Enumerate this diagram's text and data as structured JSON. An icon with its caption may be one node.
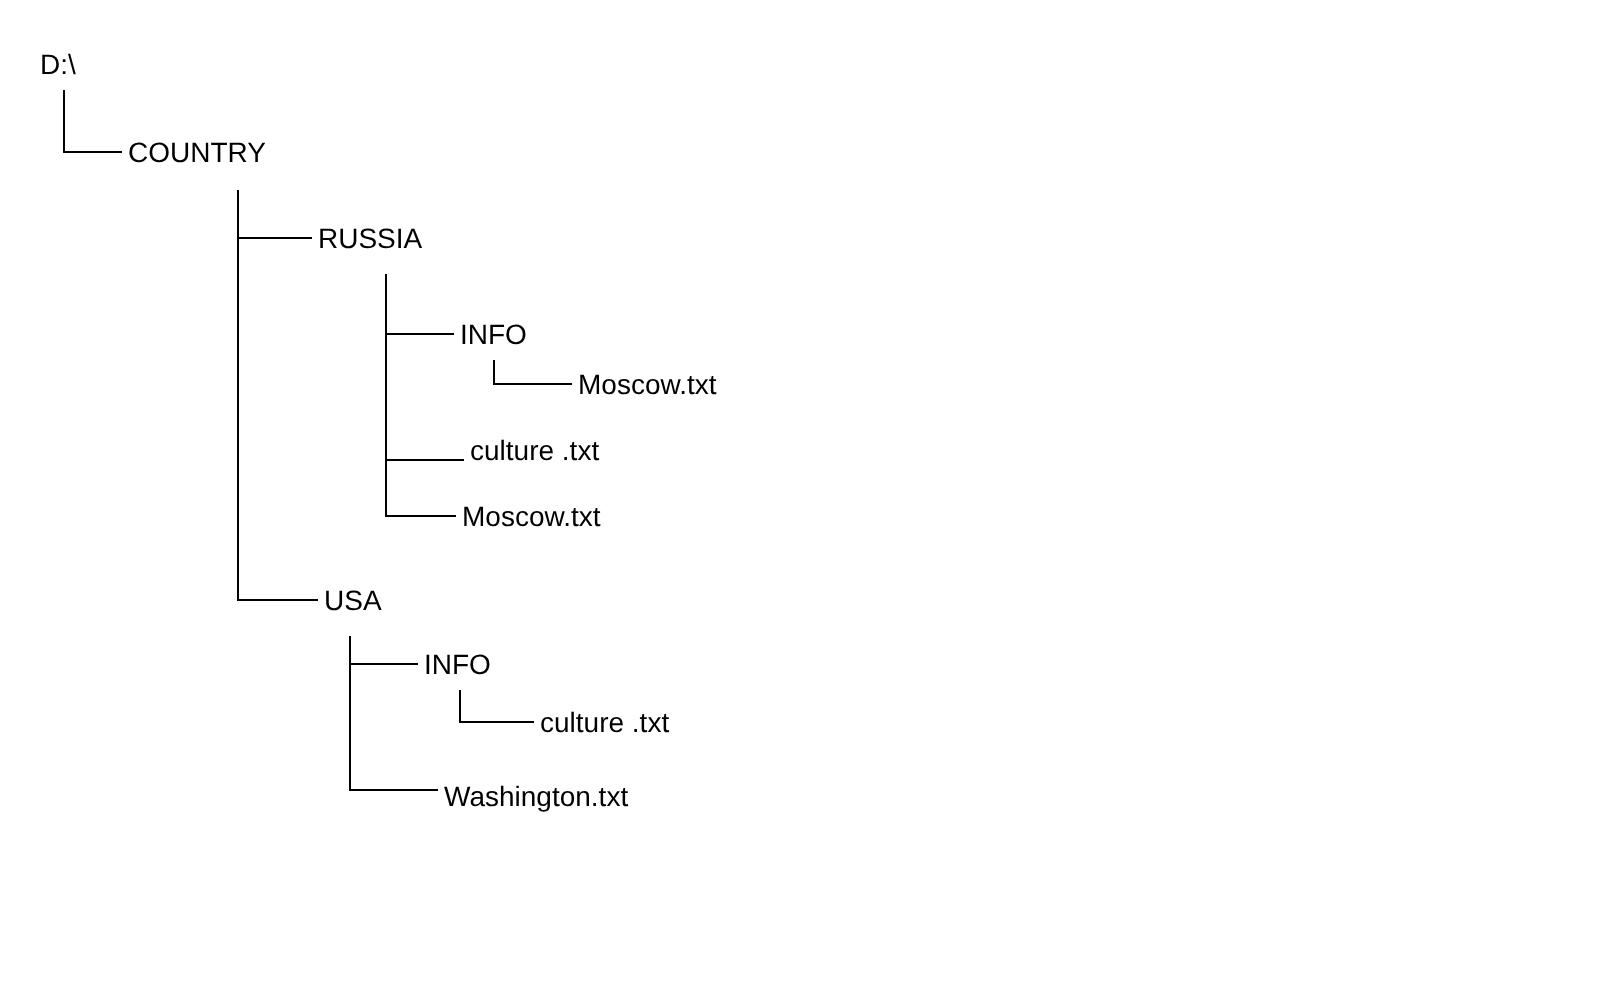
{
  "diagram": {
    "nodes": [
      {
        "text": [
          "D:\\"
        ]
      },
      {
        "text": [
          "COUNTRY"
        ]
      },
      {
        "text": [
          "RUSSIA"
        ]
      },
      {
        "text": [
          "INFO"
        ]
      },
      {
        "text": [
          "Moscow.txt"
        ]
      },
      {
        "text": [
          "culture .txt"
        ]
      },
      {
        "text": [
          "Moscow.txt"
        ]
      },
      {
        "text": [
          "USA"
        ]
      },
      {
        "text": [
          "INFO"
        ]
      },
      {
        "text": [
          "culture .txt"
        ]
      },
      {
        "text": [
          "Washington.txt"
        ]
      }
    ],
    "edges": [
      {
        "from": 0,
        "to": 1,
        "arrow": "none"
      },
      {
        "from": 1,
        "to": 2,
        "arrow": "none"
      },
      {
        "from": 2,
        "to": 3,
        "arrow": "none"
      },
      {
        "from": 3,
        "to": 4,
        "arrow": "none"
      },
      {
        "from": 2,
        "to": 5,
        "arrow": "none"
      },
      {
        "from": 2,
        "to": 6,
        "arrow": "none"
      },
      {
        "from": 1,
        "to": 7,
        "arrow": "none"
      },
      {
        "from": 7,
        "to": 8,
        "arrow": "none"
      },
      {
        "from": 8,
        "to": 9,
        "arrow": "none"
      },
      {
        "from": 7,
        "to": 10,
        "arrow": "none"
      }
    ]
  }
}
